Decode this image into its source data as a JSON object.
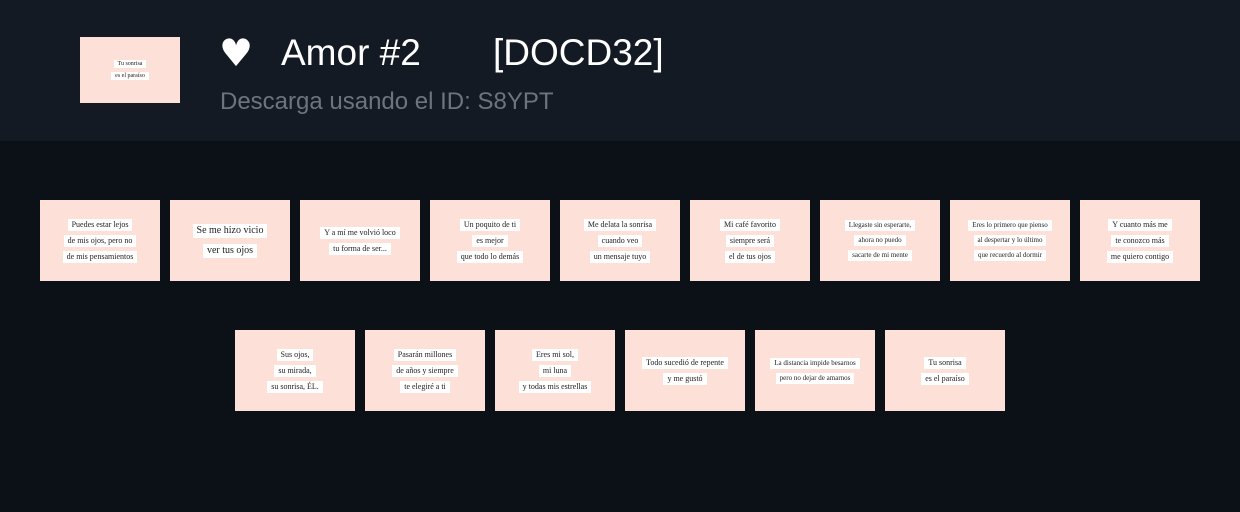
{
  "header": {
    "icon": "heart-icon",
    "heart_glyph": "♥",
    "title": "Amor #2",
    "code": "[DOCD32]",
    "subtitle": "Descarga usando el ID: S8YPT",
    "thumb": {
      "lines": [
        "Tu sonrisa",
        "es el paraíso"
      ]
    }
  },
  "colors": {
    "header_bg": "#131a23",
    "page_bg": "#0c1117",
    "card_bg": "#fde0d7",
    "subtitle": "#6e747b"
  },
  "gallery": {
    "row1": [
      {
        "lines": [
          "Puedes estar lejos",
          "de mis ojos, pero no",
          "de mis pensamientos"
        ]
      },
      {
        "lines": [
          "Se me hizo vicio",
          "ver tus ojos"
        ]
      },
      {
        "lines": [
          "Y a mí me volvió loco",
          "tu forma de ser..."
        ]
      },
      {
        "lines": [
          "Un poquito de ti",
          "es mejor",
          "que todo lo demás"
        ]
      },
      {
        "lines": [
          "Me delata la sonrisa",
          "cuando veo",
          "un mensaje tuyo"
        ]
      },
      {
        "lines": [
          "Mi café favorito",
          "siempre será",
          "el de tus ojos"
        ]
      },
      {
        "lines": [
          "Llegaste sin esperarte,",
          "ahora no puedo",
          "sacarte de mi mente"
        ]
      },
      {
        "lines": [
          "Eres lo primero que pienso",
          "al despertar y lo último",
          "que recuerdo al dormir"
        ]
      },
      {
        "lines": [
          "Y cuanto más me",
          "te conozco más",
          "me quiero contigo"
        ]
      }
    ],
    "row2": [
      {
        "lines": [
          "Sus ojos,",
          "su mirada,",
          "su sonrisa, ÉL."
        ]
      },
      {
        "lines": [
          "Pasarán millones",
          "de años y siempre",
          "te elegiré a ti"
        ]
      },
      {
        "lines": [
          "Eres mi sol,",
          "mi luna",
          "y todas mis estrellas"
        ]
      },
      {
        "lines": [
          "Todo sucedió de repente",
          "y me gustó"
        ]
      },
      {
        "lines": [
          "La distancia impide besarnos",
          "pero no dejar de amarnos"
        ]
      },
      {
        "lines": [
          "Tu sonrisa",
          "es el paraíso"
        ]
      }
    ]
  }
}
